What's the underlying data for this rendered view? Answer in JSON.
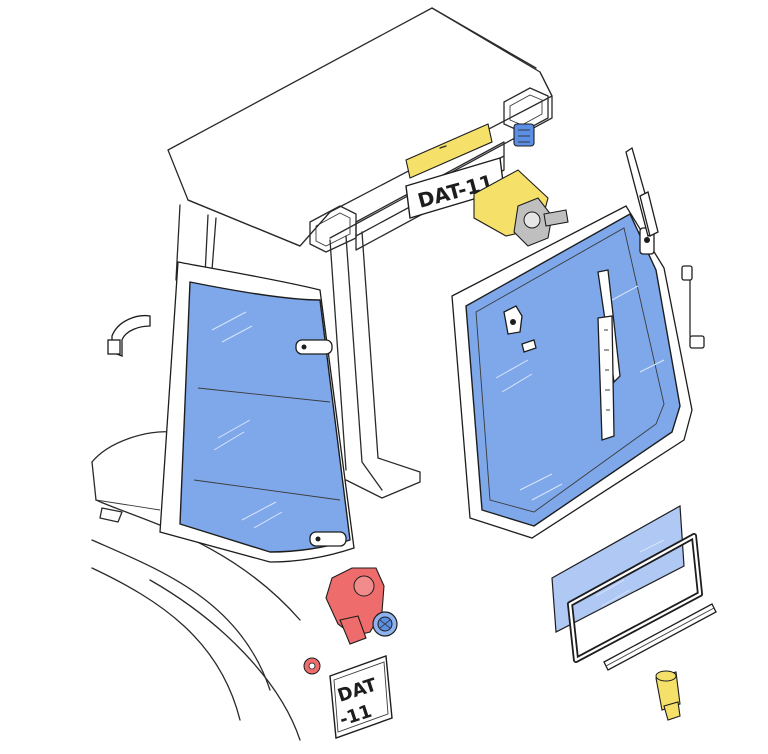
{
  "plates": {
    "rear_top": "DAT-11",
    "bottom_line1": "DAT",
    "bottom_line2": "-11"
  },
  "colors": {
    "glass": "#5b8fe6",
    "highlight_yellow": "#f5e16a",
    "highlight_red": "#ee6c6c",
    "outline": "#1d1d1d"
  }
}
